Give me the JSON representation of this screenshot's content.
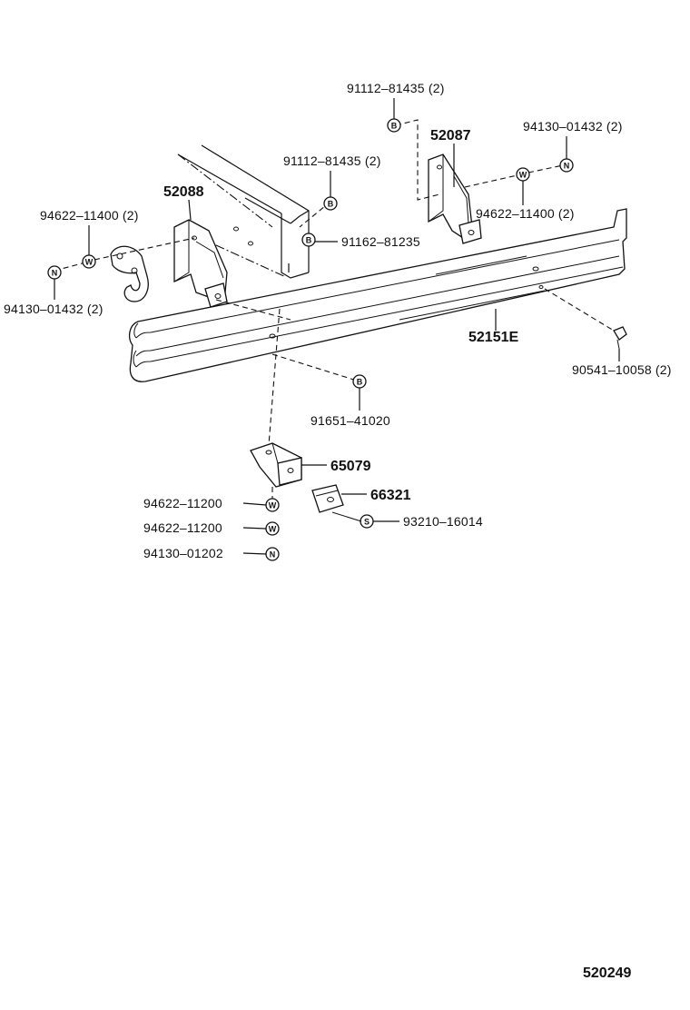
{
  "callouts": {
    "bolt_top_right": "91112–81435 (2)",
    "nut_top_right": "94130–01432 (2)",
    "bracket_right": "52087",
    "bolt_center": "91112–81435 (2)",
    "bracket_left": "52088",
    "washer_left": "94622–11400 (2)",
    "washer_right": "94622–11400 (2)",
    "bolt_91162": "91162–81235",
    "nut_left": "94130–01432 (2)",
    "bumper": "52151E",
    "bolt_90541": "90541–10058 (2)",
    "bolt_91651": "91651–41020",
    "stay_65079": "65079",
    "stopper_66321": "66321",
    "washer_11200_a": "94622–11200",
    "washer_11200_b": "94622–11200",
    "screw_93210": "93210–16014",
    "nut_01202": "94130–01202"
  },
  "symbols": {
    "bolt": "B",
    "washer": "W",
    "nut": "N",
    "screw": "S"
  },
  "diagram_id": "520249"
}
